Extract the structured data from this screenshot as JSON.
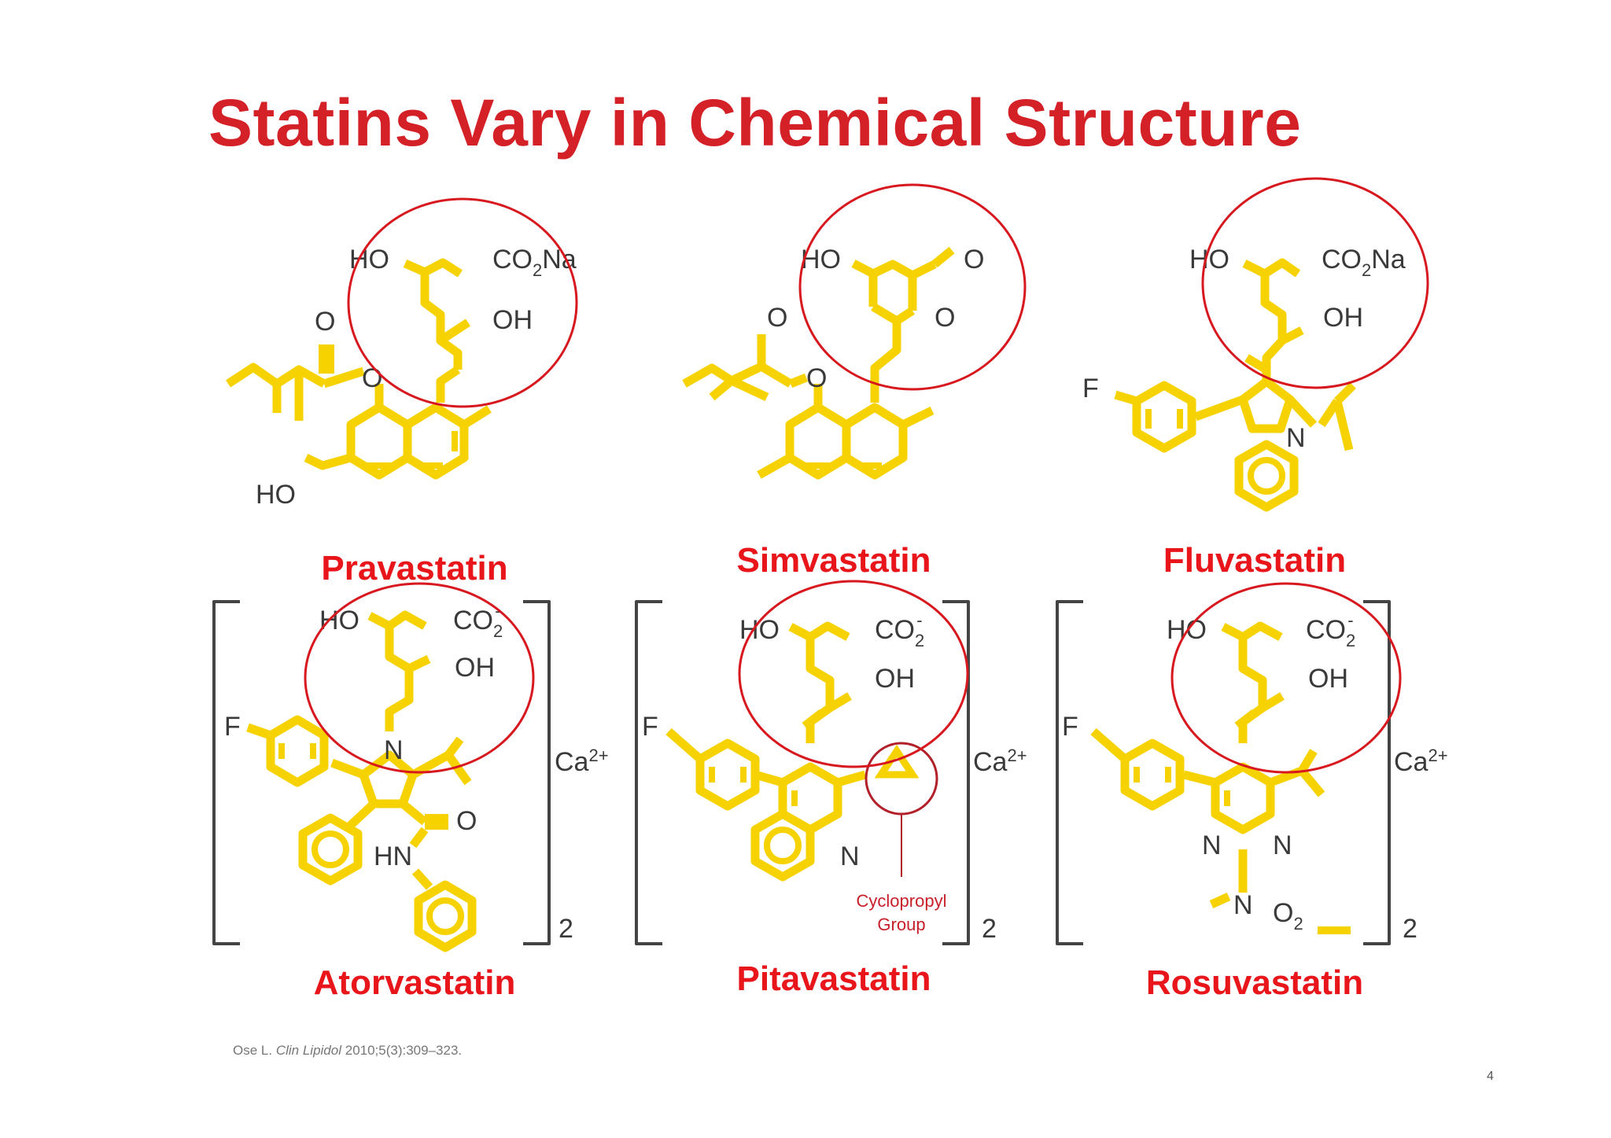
{
  "title": "Statins Vary in Chemical Structure",
  "statins": {
    "prava": {
      "name": "Pravastatin",
      "labels": {
        "ho_top": "HO",
        "co2na": "CO",
        "co2na_sub": "2",
        "co2na_tail": "Na",
        "oh": "OH",
        "o_carbonyl": "O",
        "o_ester": "O",
        "ho_bottom": "HO"
      }
    },
    "simva": {
      "name": "Simvastatin",
      "labels": {
        "ho_top": "HO",
        "o_lactone_carbonyl": "O",
        "o_lactone_ring": "O",
        "o_carbonyl": "O",
        "o_ester": "O"
      }
    },
    "fluva": {
      "name": "Fluvastatin",
      "labels": {
        "ho_top": "HO",
        "co2na": "CO",
        "co2na_sub": "2",
        "co2na_tail": "Na",
        "oh": "OH",
        "f": "F",
        "n": "N"
      }
    },
    "atorva": {
      "name": "Atorvastatin",
      "labels": {
        "ho_top": "HO",
        "co2": "CO",
        "co2_sub": "2",
        "co2_sup": "-",
        "oh": "OH",
        "f": "F",
        "n": "N",
        "o": "O",
        "hn": "HN",
        "ca": "Ca",
        "ca_sup": "2+",
        "count": "2"
      }
    },
    "pitava": {
      "name": "Pitavastatin",
      "labels": {
        "ho_top": "HO",
        "co2": "CO",
        "co2_sub": "2",
        "co2_sup": "-",
        "oh": "OH",
        "f": "F",
        "n": "N",
        "ca": "Ca",
        "ca_sup": "2+",
        "count": "2",
        "callout_line1": "Cyclopropyl",
        "callout_line2": "Group"
      }
    },
    "rosuva": {
      "name": "Rosuvastatin",
      "labels": {
        "ho_top": "HO",
        "co2": "CO",
        "co2_sub": "2",
        "co2_sup": "-",
        "oh": "OH",
        "f": "F",
        "n_left": "N",
        "n_right": "N",
        "n_bottom": "N",
        "o2": "O",
        "o2_sub": "2",
        "ca": "Ca",
        "ca_sup": "2+",
        "count": "2"
      }
    }
  },
  "citation": {
    "author": "Ose L.",
    "journal": "Clin Lipidol",
    "rest": "2010;5(3):309–323."
  },
  "page_number": "4",
  "colors": {
    "title": "#d42027",
    "names": "#e8161b",
    "bonds": "#f6d200",
    "highlight_circles": "#d7181e",
    "atoms": "#3a3a3a"
  }
}
